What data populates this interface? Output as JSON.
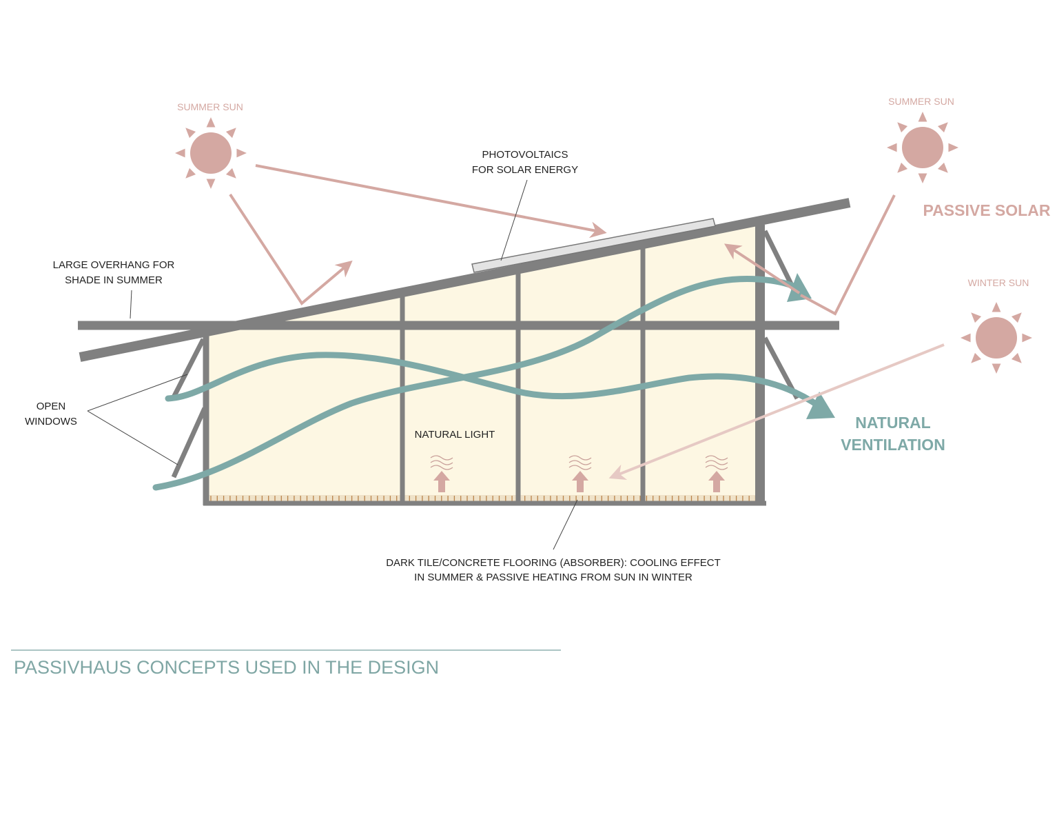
{
  "labels": {
    "summer_sun_left": "SUMMER SUN",
    "summer_sun_right": "SUMMER SUN",
    "winter_sun": "WINTER SUN",
    "passive_solar": "PASSIVE SOLAR",
    "pv_line1": "PHOTOVOLTAICS",
    "pv_line2": "FOR SOLAR ENERGY",
    "overhang_line1": "LARGE OVERHANG FOR",
    "overhang_line2": "SHADE IN SUMMER",
    "windows_line1": "OPEN",
    "windows_line2": "WINDOWS",
    "natural_light": "NATURAL LIGHT",
    "ventilation_line1": "NATURAL",
    "ventilation_line2": "VENTILATION",
    "flooring_line1": "DARK TILE/CONCRETE FLOORING (ABSORBER): COOLING EFFECT",
    "flooring_line2": "IN SUMMER & PASSIVE HEATING FROM SUN IN WINTER"
  },
  "title": "PASSIVHAUS CONCEPTS USED IN THE DESIGN",
  "colors": {
    "sun": "#d4a8a2",
    "sun_light": "#e6c9c4",
    "ventilation": "#7ea9a7",
    "structure": "#808080",
    "interior": "#fdf7e3",
    "title": "#7fa6a4",
    "floor_tile": "#b8834a"
  }
}
